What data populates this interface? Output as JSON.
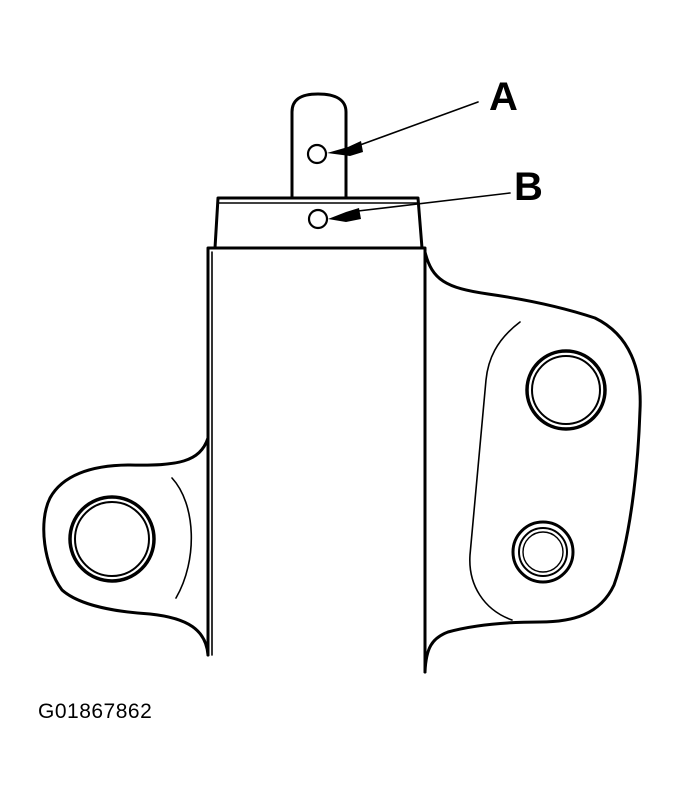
{
  "diagram": {
    "callouts": {
      "a": "A",
      "b": "B"
    },
    "figure_id": "G01867862",
    "colors": {
      "line": "#000000",
      "background": "#ffffff"
    }
  }
}
